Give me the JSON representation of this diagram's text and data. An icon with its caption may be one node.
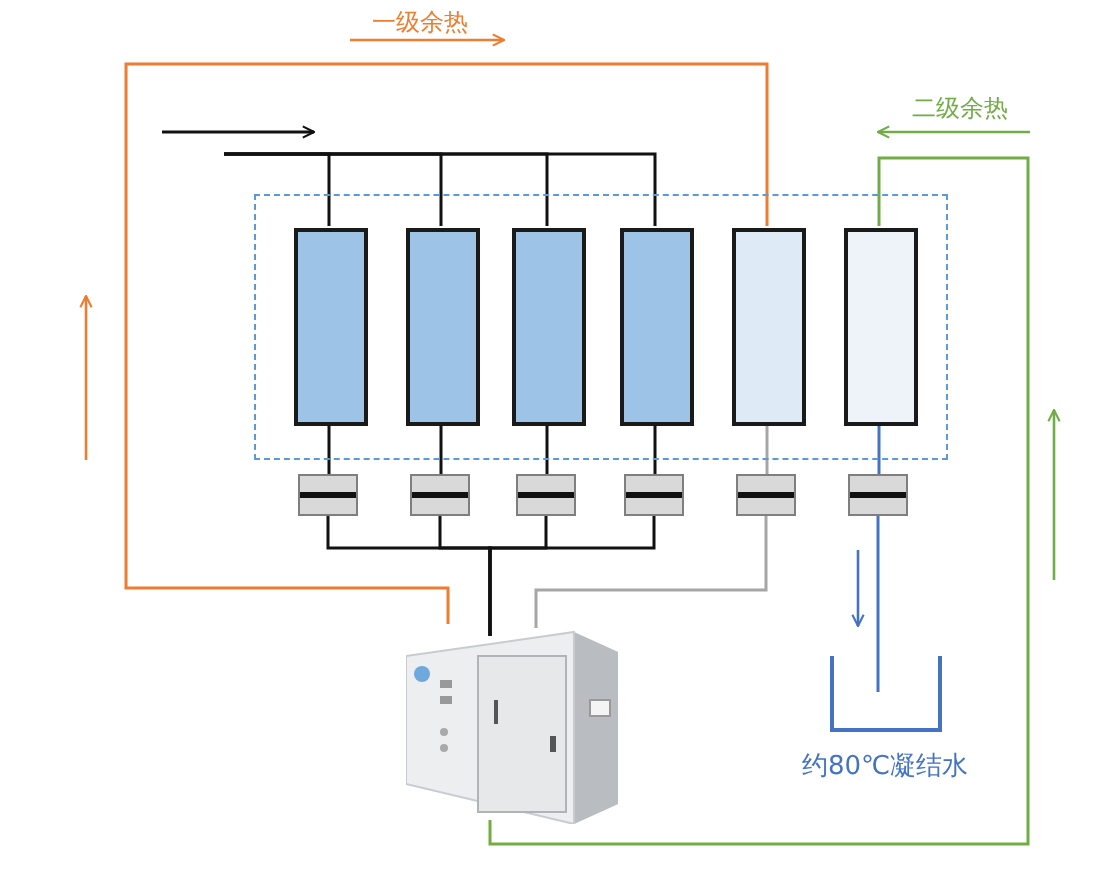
{
  "diagram": {
    "nodes": [
      {
        "text": [],
        "shape": "box"
      },
      {
        "text": [],
        "shape": "bar",
        "in": 0
      },
      {
        "text": [],
        "shape": "bar",
        "in": 0
      },
      {
        "text": [],
        "shape": "bar",
        "in": 0
      },
      {
        "text": [],
        "shape": "bar",
        "in": 0
      },
      {
        "text": [],
        "shape": "bar",
        "in": 0
      },
      {
        "text": [],
        "shape": "bar",
        "in": 0
      },
      {
        "text": [],
        "shape": "box"
      },
      {
        "text": [],
        "shape": "box"
      },
      {
        "text": [],
        "shape": "box"
      },
      {
        "text": [],
        "shape": "box"
      },
      {
        "text": [],
        "shape": "box"
      },
      {
        "text": [],
        "shape": "box"
      },
      {
        "text": [],
        "shape": "picture"
      },
      {
        "text": [],
        "shape": "picture",
        "beside": [
          "约80℃凝结水"
        ]
      }
    ],
    "edges": [
      {
        "from": null,
        "to": 1,
        "arrow": "none"
      },
      {
        "from": null,
        "to": 2,
        "arrow": "none"
      },
      {
        "from": null,
        "to": 3,
        "arrow": "none"
      },
      {
        "from": null,
        "to": 4,
        "arrow": "none"
      },
      {
        "from": 1,
        "to": 7,
        "arrow": "none"
      },
      {
        "from": 2,
        "to": 8,
        "arrow": "none"
      },
      {
        "from": 3,
        "to": 9,
        "arrow": "none"
      },
      {
        "from": 4,
        "to": 10,
        "arrow": "none"
      },
      {
        "from": 5,
        "to": 11,
        "arrow": "none",
        "color": "#a6a6a6"
      },
      {
        "from": 6,
        "to": 12,
        "arrow": "none",
        "color": "#4472c4"
      },
      {
        "from": 7,
        "to": 13,
        "arrow": "none"
      },
      {
        "from": 8,
        "to": 13,
        "arrow": "none"
      },
      {
        "from": 9,
        "to": 13,
        "arrow": "none"
      },
      {
        "from": 10,
        "to": 13,
        "arrow": "none"
      },
      {
        "from": 11,
        "to": 13,
        "arrow": "none",
        "color": "#a6a6a6"
      },
      {
        "from": 12,
        "to": 14,
        "arrow": "none",
        "color": "#4472c4"
      },
      {
        "from": 13,
        "to": 5,
        "arrow": "none",
        "color": "#ed7d31"
      },
      {
        "from": 13,
        "to": 6,
        "arrow": "none",
        "color": "#70ad47"
      }
    ],
    "labels": [
      "一级余热",
      "二级余热"
    ]
  }
}
